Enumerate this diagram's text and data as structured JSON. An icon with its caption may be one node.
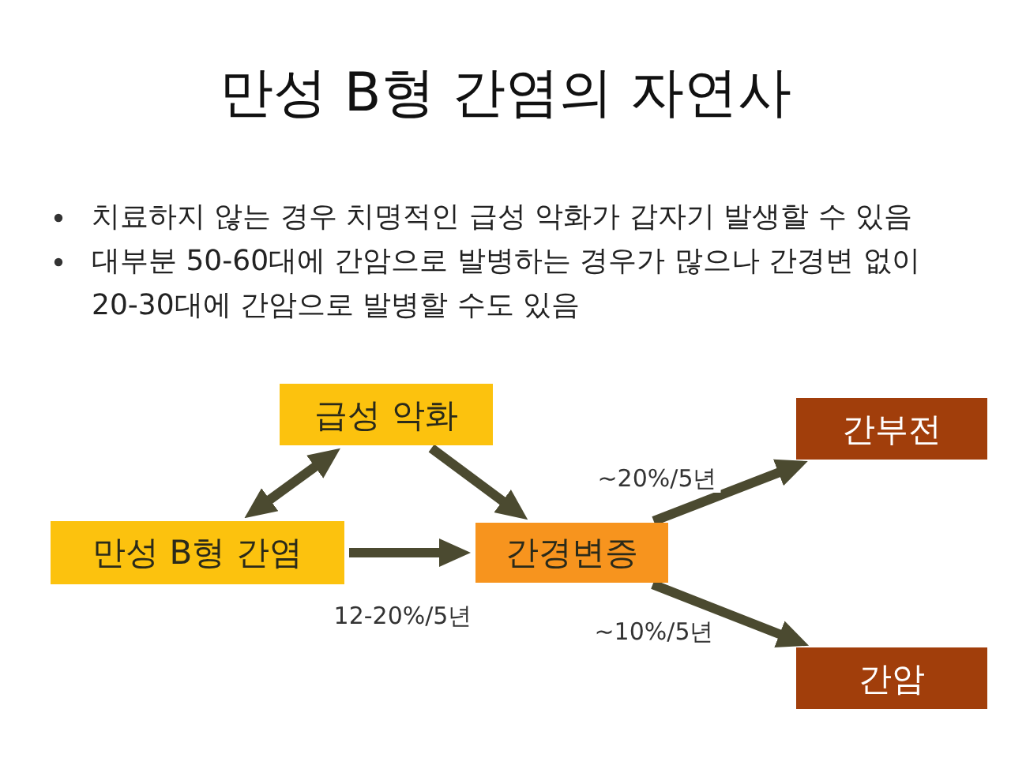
{
  "diagram": {
    "title": "만성 B형 간염의 자연사",
    "nodes": [
      {
        "text": [
          "만성 B형 간염"
        ]
      },
      {
        "text": [
          "급성 악화"
        ]
      },
      {
        "text": [
          "간경변증"
        ]
      },
      {
        "text": [
          "간부전"
        ]
      },
      {
        "text": [
          "간암"
        ]
      }
    ],
    "edges": [
      {
        "from": 0,
        "to": 1,
        "arrow": "both"
      },
      {
        "from": 1,
        "to": 2,
        "arrow": "to"
      },
      {
        "from": 0,
        "to": 2,
        "arrow": "to",
        "label": "12-20%/5년"
      },
      {
        "from": 2,
        "to": 3,
        "arrow": "to",
        "label": "~20%/5년"
      },
      {
        "from": 2,
        "to": 4,
        "arrow": "to",
        "label": "~10%/5년"
      }
    ],
    "labels": [
      "치료하지 않는 경우 치명적인 급성 악화가 갑자기 발생할 수 있음",
      "대부분 50-60대에 간암으로 발병하는 경우가 많으나 간경변 없이 20-30대에 간암으로 발병할 수도 있음"
    ]
  }
}
